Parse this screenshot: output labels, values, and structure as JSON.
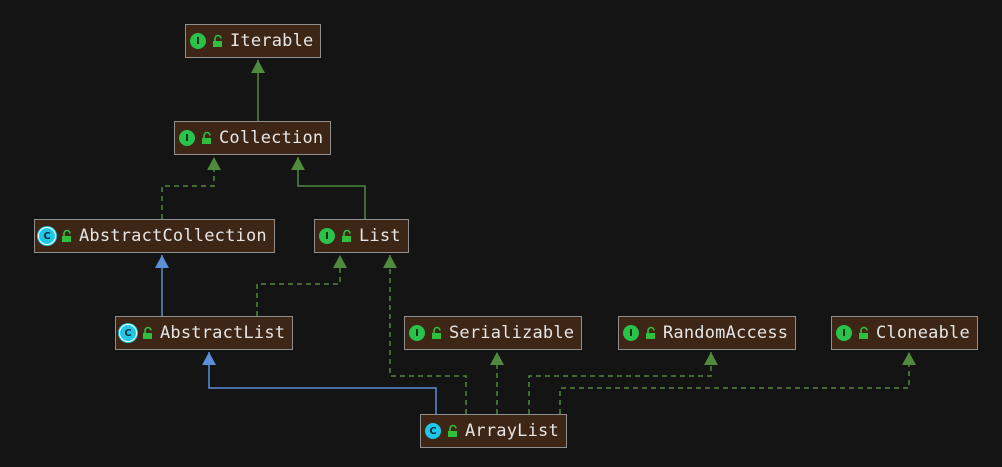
{
  "nodes": {
    "iterable": {
      "label": "Iterable",
      "kind": "interface",
      "kind_letter": "I"
    },
    "collection": {
      "label": "Collection",
      "kind": "interface",
      "kind_letter": "I"
    },
    "abstract_collection": {
      "label": "AbstractCollection",
      "kind": "abstract class",
      "kind_letter": "C"
    },
    "list": {
      "label": "List",
      "kind": "interface",
      "kind_letter": "I"
    },
    "abstract_list": {
      "label": "AbstractList",
      "kind": "abstract class",
      "kind_letter": "C"
    },
    "serializable": {
      "label": "Serializable",
      "kind": "interface",
      "kind_letter": "I"
    },
    "random_access": {
      "label": "RandomAccess",
      "kind": "interface",
      "kind_letter": "I"
    },
    "cloneable": {
      "label": "Cloneable",
      "kind": "interface",
      "kind_letter": "I"
    },
    "array_list": {
      "label": "ArrayList",
      "kind": "class",
      "kind_letter": "C"
    }
  },
  "edges": [
    {
      "from": "collection",
      "to": "iterable",
      "type": "extends"
    },
    {
      "from": "abstract_collection",
      "to": "collection",
      "type": "implements"
    },
    {
      "from": "list",
      "to": "collection",
      "type": "extends"
    },
    {
      "from": "abstract_list",
      "to": "abstract_collection",
      "type": "extends-class"
    },
    {
      "from": "abstract_list",
      "to": "list",
      "type": "implements"
    },
    {
      "from": "array_list",
      "to": "abstract_list",
      "type": "extends-class"
    },
    {
      "from": "array_list",
      "to": "list",
      "type": "implements"
    },
    {
      "from": "array_list",
      "to": "serializable",
      "type": "implements"
    },
    {
      "from": "array_list",
      "to": "random_access",
      "type": "implements"
    },
    {
      "from": "array_list",
      "to": "cloneable",
      "type": "implements"
    }
  ],
  "colors": {
    "background": "#141414",
    "node_fill": "#3d2616",
    "node_border": "#8f8f8f",
    "interface_edge": "#4f8a3d",
    "class_edge": "#5b8fd6",
    "interface_badge": "#29c24a",
    "class_badge": "#1ec8e6",
    "public_lock": "#2fbf3f"
  }
}
